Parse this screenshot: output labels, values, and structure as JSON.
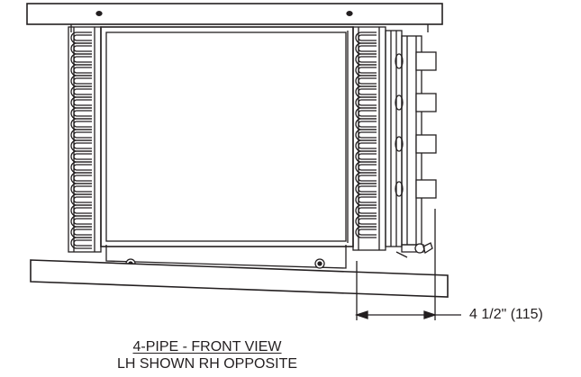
{
  "dimension": {
    "label": "4 1/2\" (115)"
  },
  "caption": {
    "title": "4-PIPE - FRONT VIEW",
    "subtitle": "LH SHOWN RH OPPOSITE"
  },
  "colors": {
    "line": "#231f20",
    "background": "#ffffff"
  }
}
